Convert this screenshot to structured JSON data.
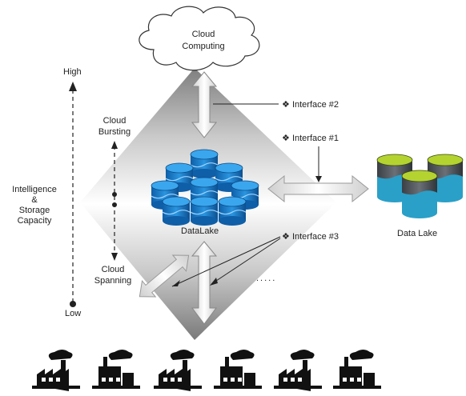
{
  "cloud": {
    "label_line1": "Cloud",
    "label_line2": "Computing"
  },
  "axis": {
    "high": "High",
    "low": "Low",
    "title_line1": "Intelligence",
    "title_line2": "&",
    "title_line3": "Storage",
    "title_line4": "Capacity"
  },
  "bursting": {
    "line1": "Cloud",
    "line2": "Bursting"
  },
  "spanning": {
    "line1": "Cloud",
    "line2": "Spanning"
  },
  "central_store": {
    "label": "DataLake"
  },
  "external_store": {
    "label": "Data Lake"
  },
  "interfaces": {
    "if2": "Interface #2",
    "if1": "Interface #1",
    "if3": "Interface #3",
    "bullet": "❖"
  },
  "ellipsis": ".....",
  "factories": [
    "factory-icon",
    "factory-icon",
    "factory-icon",
    "factory-icon",
    "factory-icon",
    "factory-icon"
  ],
  "colors": {
    "cylinder_blue": "#1a7fd0",
    "cylinder_dark": "#0f5ea8",
    "lake_green": "#b5d330",
    "lake_water": "#2aa0c8",
    "diamond_light": "#f2f2f2",
    "diamond_dark": "#8a8a8a"
  }
}
